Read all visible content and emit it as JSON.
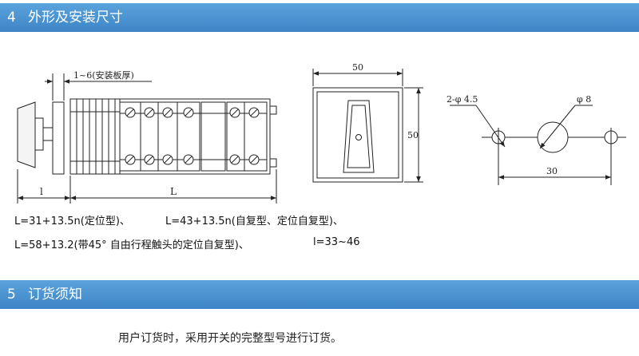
{
  "sections": [
    {
      "number": "4",
      "title": "外形及安装尺寸"
    },
    {
      "number": "5",
      "title": "订货须知"
    }
  ],
  "drawing": {
    "side_view": {
      "plate_label": "1~6(安装板厚)",
      "dim_small": "l",
      "dim_large": "L"
    },
    "front_view": {
      "width": "50",
      "height": "50"
    },
    "hole_pattern": {
      "small_holes": "2-φ 4.5",
      "center_hole": "φ 8",
      "spacing": "30"
    }
  },
  "formulas": {
    "line1_a": "L=31+13.5n(定位型)、",
    "line1_b": "L=43+13.5n(自复型、定位自复型)、",
    "line2_a": "L=58+13.2(带45°  自由行程触头的定位自复型)、",
    "line2_b": "l=33~46"
  },
  "ordering_note": "用户订货时，采用开关的完整型号进行订货。"
}
